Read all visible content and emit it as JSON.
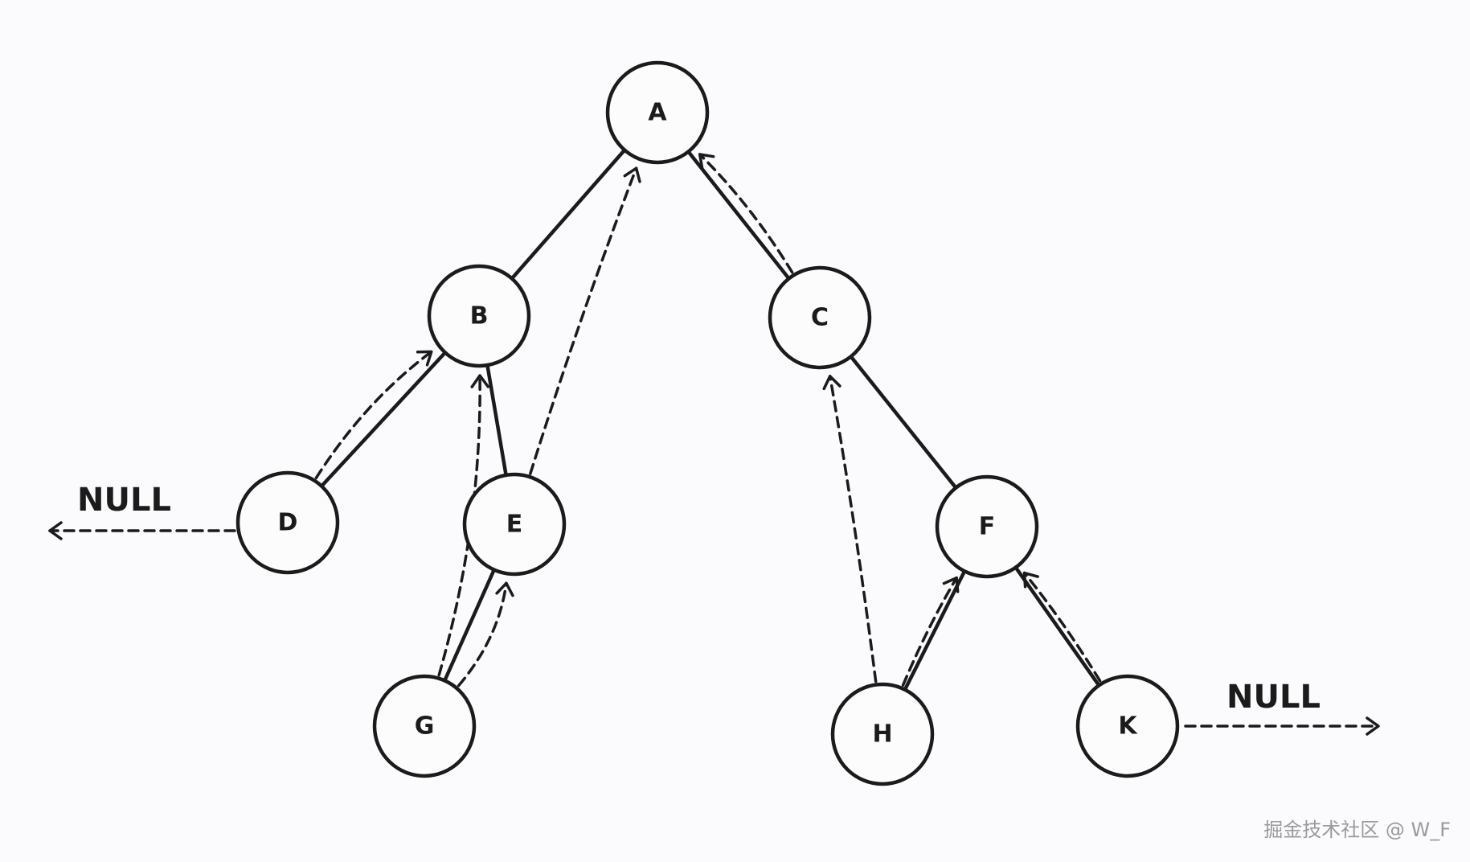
{
  "diagram": {
    "nodes": [
      {
        "id": "A",
        "label": "A"
      },
      {
        "id": "B",
        "label": "B"
      },
      {
        "id": "C",
        "label": "C"
      },
      {
        "id": "D",
        "label": "D"
      },
      {
        "id": "E",
        "label": "E"
      },
      {
        "id": "F",
        "label": "F"
      },
      {
        "id": "G",
        "label": "G"
      },
      {
        "id": "H",
        "label": "H"
      },
      {
        "id": "K",
        "label": "K"
      }
    ],
    "tree_edges": [
      {
        "from": "A",
        "to": "B"
      },
      {
        "from": "A",
        "to": "C"
      },
      {
        "from": "B",
        "to": "D"
      },
      {
        "from": "B",
        "to": "E"
      },
      {
        "from": "E",
        "to": "G"
      },
      {
        "from": "C",
        "to": "F"
      },
      {
        "from": "F",
        "to": "H"
      },
      {
        "from": "F",
        "to": "K"
      }
    ],
    "thread_links": [
      {
        "from": "D",
        "to": "B"
      },
      {
        "from": "G",
        "to": "B"
      },
      {
        "from": "G",
        "to": "E"
      },
      {
        "from": "E",
        "to": "A"
      },
      {
        "from": "C",
        "to": "A"
      },
      {
        "from": "H",
        "to": "C"
      },
      {
        "from": "H",
        "to": "F"
      },
      {
        "from": "K",
        "to": "F"
      }
    ],
    "null_links": [
      {
        "from": "D",
        "label": "NULL"
      },
      {
        "from": "K",
        "label": "NULL"
      }
    ],
    "watermark": "掘金技术社区 @ W_F"
  }
}
